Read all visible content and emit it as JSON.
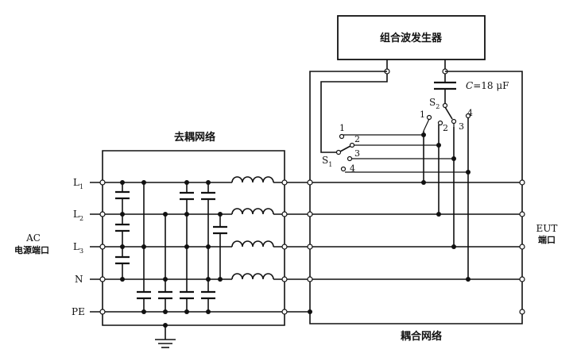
{
  "generator": {
    "label": "组合波发生器"
  },
  "capacitor_label": {
    "prefix": "C",
    "value": "=18 μF"
  },
  "switch_s2": {
    "main": "S",
    "sub": "2"
  },
  "switch_s1": {
    "main": "S",
    "sub": "1"
  },
  "s1_positions": [
    "1",
    "2",
    "3",
    "4"
  ],
  "s2_positions": [
    "1",
    "2",
    "3",
    "4"
  ],
  "decoupling_label": "去耦网络",
  "coupling_label": "耦合网络",
  "ac_port": {
    "line1": "AC",
    "line2": "电源端口"
  },
  "eut_port": {
    "line1": "EUT",
    "line2": "端口"
  },
  "lines": [
    {
      "main": "L",
      "sub": "1"
    },
    {
      "main": "L",
      "sub": "2"
    },
    {
      "main": "L",
      "sub": "3"
    },
    {
      "main": "N",
      "sub": ""
    },
    {
      "main": "PE",
      "sub": ""
    }
  ]
}
